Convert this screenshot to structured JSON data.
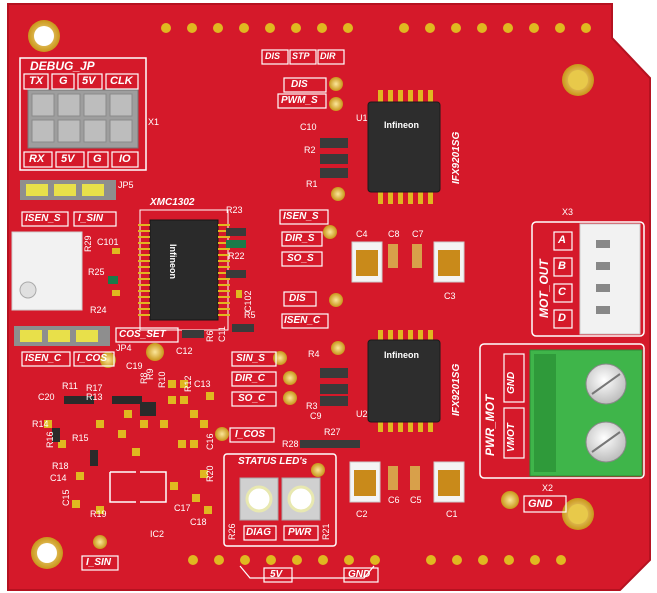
{
  "labels": {
    "debug_jp": "DEBUG_JP",
    "tx": "TX",
    "g_top": "G",
    "v5_top": "5V",
    "clk": "CLK",
    "rx": "RX",
    "v5_bot": "5V",
    "g_bot": "G",
    "io": "IO",
    "x1": "X1",
    "dis_top": "DIS",
    "stp": "STP",
    "dir_top": "DIR",
    "dis_u1": "DIS",
    "pwm_s": "PWM_S",
    "c10": "C10",
    "r2": "R2",
    "r1": "R1",
    "u1": "U1",
    "infineon_u1": "Infineon",
    "ifx_u1": "IFX9201SG",
    "jp5": "JP5",
    "isen_s_jp5": "ISEN_S",
    "i_sin_jp5": "I_SIN",
    "xmc": "XMC1302",
    "r23": "R23",
    "r22": "R22",
    "r29": "R29",
    "c101": "C101",
    "r25": "R25",
    "r24": "R24",
    "c102": "C102",
    "c11": "C11",
    "infineon_xmc": "Infineon",
    "isen_s": "ISEN_S",
    "dir_s": "DIR_S",
    "so_s": "SO_S",
    "c4": "C4",
    "c8": "C8",
    "c7": "C7",
    "c3": "C3",
    "x3": "X3",
    "mot_out": "MOT_OUT",
    "a": "A",
    "b": "B",
    "c": "C",
    "d": "D",
    "dis_mid": "DIS",
    "isen_c": "ISEN_C",
    "r5": "R5",
    "r6": "R6",
    "cos_set": "COS_SET",
    "jp4": "JP4",
    "isen_c_jp4": "ISEN_C",
    "i_cos_jp4": "I_COS",
    "c19": "C19",
    "r9": "R9",
    "r10": "R10",
    "c12": "C12",
    "r11": "R11",
    "r17": "R17",
    "r8": "R8",
    "r12": "R12",
    "c13": "C13",
    "c20": "C20",
    "r13": "R13",
    "r14": "R14",
    "r16": "R16",
    "r15": "R15",
    "r18": "R18",
    "c14": "C14",
    "c15": "C15",
    "r19": "R19",
    "ic2": "IC2",
    "c17": "C17",
    "c18": "C18",
    "c16": "C16",
    "r20": "R20",
    "sin_s": "SIN_S",
    "dir_c": "DIR_C",
    "so_c": "SO_C",
    "i_cos": "I_COS",
    "r4": "R4",
    "r3": "R3",
    "c9": "C9",
    "u2": "U2",
    "infineon_u2": "Infineon",
    "ifx_u2": "IFX9201SG",
    "r28": "R28",
    "r27": "R27",
    "status_leds": "STATUS LED's",
    "r26": "R26",
    "r21": "R21",
    "diag": "DIAG",
    "pwr": "PWR",
    "c2": "C2",
    "c6": "C6",
    "c5": "C5",
    "c1": "C1",
    "pwr_mot": "PWR_MOT",
    "gnd_term": "GND",
    "vmot": "VMOT",
    "x2": "X2",
    "gnd_x2": "GND",
    "v5_bottom": "5V",
    "gnd_bottom": "GND",
    "i_sin_bottom": "I_SIN"
  },
  "colors": {
    "board": "#d7192b",
    "silk": "#ffffff",
    "gold": "#e0b820",
    "ic": "#2b2b2b",
    "terminal": "#3fb54a"
  }
}
